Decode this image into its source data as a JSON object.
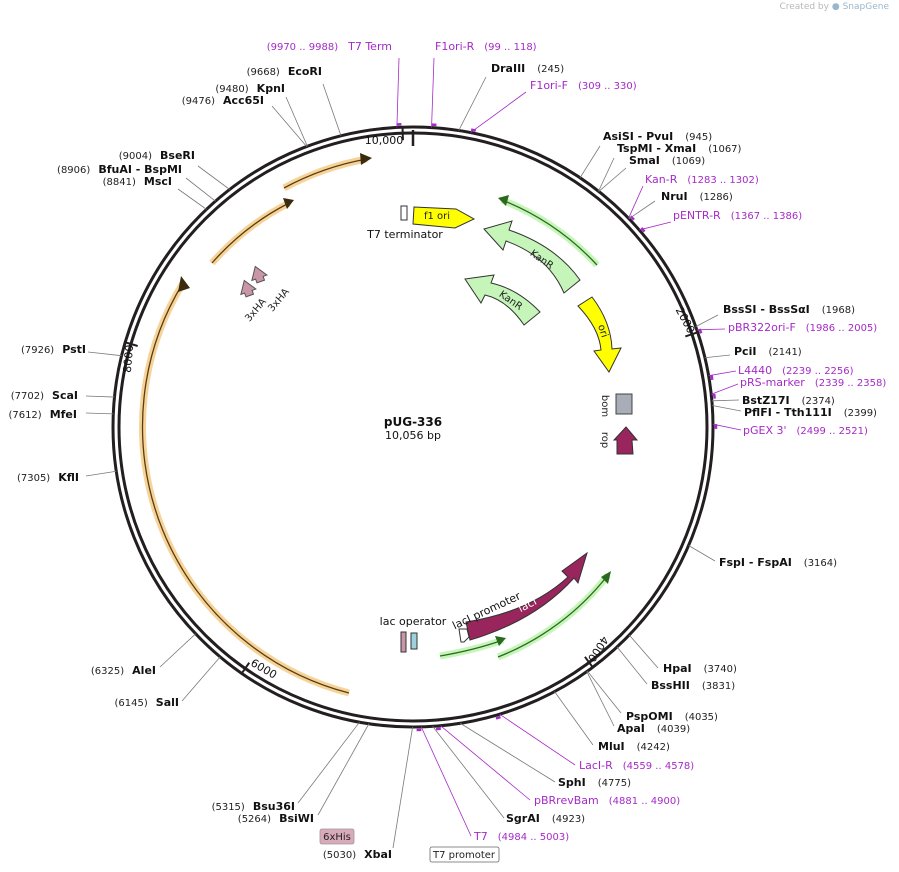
{
  "app": {
    "watermark_prefix": "Created by",
    "watermark_brand": "SnapGene"
  },
  "plasmid": {
    "name": "pUG-336",
    "size_label": "10,056 bp",
    "length": 10056
  },
  "colors": {
    "backbone": "#231f20",
    "primer": "#a52ac7",
    "green_arrow": "#c6f5b9",
    "yellow_arrow": "#ffff00",
    "orange_arc": "#f4c97d",
    "maroon": "#98255b",
    "pink": "#c896a8",
    "bom": "#a8adb8"
  },
  "ticks": [
    {
      "pos": 2000,
      "label": "2000"
    },
    {
      "pos": 4000,
      "label": "4000"
    },
    {
      "pos": 6000,
      "label": "6000"
    },
    {
      "pos": 8000,
      "label": "8000"
    },
    {
      "pos": 10000,
      "label": "10,000"
    }
  ],
  "sites": [
    {
      "pos": 9970,
      "name": "",
      "pos_text": "",
      "range_text": "(9970 .. 9988)",
      "primer_name": "T7 Term",
      "kind": "primer"
    },
    {
      "pos": 99,
      "name": "",
      "pos_text": "",
      "range_text": "(99 .. 118)",
      "primer_name": "F1ori-R",
      "kind": "primer"
    },
    {
      "pos": 245,
      "name": "DraIII",
      "pos_text": "(245)",
      "kind": "site"
    },
    {
      "pos": 309,
      "name": "",
      "range_text": "(309 .. 330)",
      "primer_name": "F1ori-F",
      "kind": "primer"
    },
    {
      "pos": 9668,
      "name": "EcoRI",
      "pos_text": "(9668)",
      "kind": "site"
    },
    {
      "pos": 9480,
      "name": "KpnI",
      "pos_text": "(9480)",
      "kind": "site"
    },
    {
      "pos": 9476,
      "name": "Acc65I",
      "pos_text": "(9476)",
      "kind": "site"
    },
    {
      "pos": 945,
      "name": "AsiSI - PvuI",
      "pos_text": "(945)",
      "kind": "site"
    },
    {
      "pos": 1067,
      "name": "TspMI - XmaI",
      "pos_text": "(1067)",
      "kind": "site"
    },
    {
      "pos": 1069,
      "name": "SmaI",
      "pos_text": "(1069)",
      "kind": "site"
    },
    {
      "pos": 1283,
      "name": "",
      "range_text": "(1283 .. 1302)",
      "primer_name": "Kan-R",
      "kind": "primer"
    },
    {
      "pos": 1286,
      "name": "NruI",
      "pos_text": "(1286)",
      "kind": "site"
    },
    {
      "pos": 1367,
      "name": "",
      "range_text": "(1367 .. 1386)",
      "primer_name": "pENTR-R",
      "kind": "primer"
    },
    {
      "pos": 9004,
      "name": "BseRI",
      "pos_text": "(9004)",
      "kind": "site"
    },
    {
      "pos": 8906,
      "name": "BfuAI - BspMI",
      "pos_text": "(8906)",
      "kind": "site"
    },
    {
      "pos": 8841,
      "name": "MscI",
      "pos_text": "(8841)",
      "kind": "site"
    },
    {
      "pos": 1968,
      "name": "BssSI - BssSαI",
      "pos_text": "(1968)",
      "kind": "site"
    },
    {
      "pos": 1986,
      "name": "",
      "range_text": "(1986 .. 2005)",
      "primer_name": "pBR322ori-F",
      "kind": "primer"
    },
    {
      "pos": 2141,
      "name": "PciI",
      "pos_text": "(2141)",
      "kind": "site"
    },
    {
      "pos": 2239,
      "name": "",
      "range_text": "(2239 .. 2256)",
      "primer_name": "L4440",
      "kind": "primer"
    },
    {
      "pos": 2339,
      "name": "",
      "range_text": "(2339 .. 2358)",
      "primer_name": "pRS-marker",
      "kind": "primer"
    },
    {
      "pos": 2374,
      "name": "BstZ17I",
      "pos_text": "(2374)",
      "kind": "site"
    },
    {
      "pos": 2399,
      "name": "PflFI - Tth111I",
      "pos_text": "(2399)",
      "kind": "site"
    },
    {
      "pos": 2499,
      "name": "",
      "range_text": "(2499 .. 2521)",
      "primer_name": "pGEX 3'",
      "kind": "primer"
    },
    {
      "pos": 7926,
      "name": "PstI",
      "pos_text": "(7926)",
      "kind": "site"
    },
    {
      "pos": 7702,
      "name": "ScaI",
      "pos_text": "(7702)",
      "kind": "site"
    },
    {
      "pos": 7612,
      "name": "MfeI",
      "pos_text": "(7612)",
      "kind": "site"
    },
    {
      "pos": 7305,
      "name": "KflI",
      "pos_text": "(7305)",
      "kind": "site"
    },
    {
      "pos": 3164,
      "name": "FspI - FspAI",
      "pos_text": "(3164)",
      "kind": "site"
    },
    {
      "pos": 3740,
      "name": "HpaI",
      "pos_text": "(3740)",
      "kind": "site"
    },
    {
      "pos": 3831,
      "name": "BssHII",
      "pos_text": "(3831)",
      "kind": "site"
    },
    {
      "pos": 4035,
      "name": "PspOMI",
      "pos_text": "(4035)",
      "kind": "site"
    },
    {
      "pos": 4039,
      "name": "ApaI",
      "pos_text": "(4039)",
      "kind": "site"
    },
    {
      "pos": 4242,
      "name": "MluI",
      "pos_text": "(4242)",
      "kind": "site"
    },
    {
      "pos": 4559,
      "name": "",
      "range_text": "(4559 .. 4578)",
      "primer_name": "LacI-R",
      "kind": "primer"
    },
    {
      "pos": 4775,
      "name": "SphI",
      "pos_text": "(4775)",
      "kind": "site"
    },
    {
      "pos": 4881,
      "name": "",
      "range_text": "(4881 .. 4900)",
      "primer_name": "pBRrevBam",
      "kind": "primer"
    },
    {
      "pos": 4923,
      "name": "SgrAI",
      "pos_text": "(4923)",
      "kind": "site"
    },
    {
      "pos": 4984,
      "name": "",
      "range_text": "(4984 .. 5003)",
      "primer_name": "T7",
      "kind": "primer"
    },
    {
      "pos": 6325,
      "name": "AleI",
      "pos_text": "(6325)",
      "kind": "site"
    },
    {
      "pos": 6145,
      "name": "SalI",
      "pos_text": "(6145)",
      "kind": "site"
    },
    {
      "pos": 5315,
      "name": "Bsu36I",
      "pos_text": "(5315)",
      "kind": "site"
    },
    {
      "pos": 5264,
      "name": "BsiWI",
      "pos_text": "(5264)",
      "kind": "site"
    },
    {
      "pos": 5030,
      "name": "XbaI",
      "pos_text": "(5030)",
      "kind": "site"
    }
  ],
  "boxed_labels": {
    "his": "6xHis",
    "t7_promoter": "T7 promoter"
  },
  "features": {
    "f1_ori": "f1 ori",
    "t7_terminator": "T7 terminator",
    "kanr_1": "KanR",
    "kanr_2": "KanR",
    "ori": "ori",
    "bom": "bom",
    "rop": "rop",
    "laci": "lacI",
    "laci_promoter": "lacI promoter",
    "lac_operator": "lac operator",
    "ha_1": "3xHA",
    "ha_2": "3xHA"
  }
}
